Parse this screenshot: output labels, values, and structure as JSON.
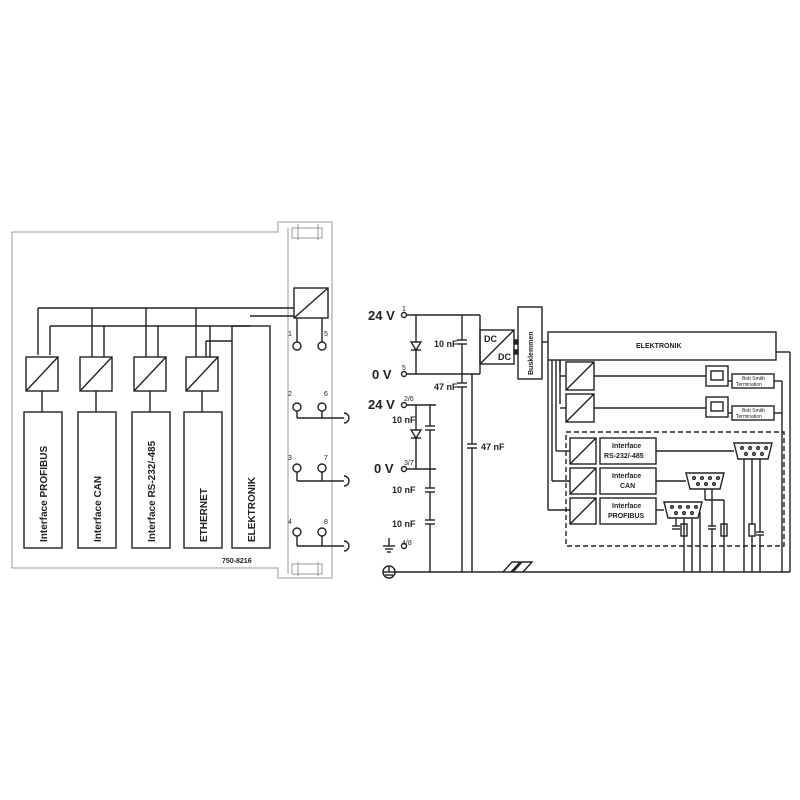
{
  "module": {
    "part_number": "750-8216",
    "blocks": [
      "Interface PROFIBUS",
      "Interface CAN",
      "Interface RS-232/-485",
      "ETHERNET",
      "ELEKTRONIK"
    ],
    "terminals": [
      "1",
      "5",
      "2",
      "6",
      "3",
      "7",
      "4",
      "8"
    ]
  },
  "schematic": {
    "v24_top": "24 V",
    "v0_top": "0 V",
    "v24_bottom": "24 V",
    "v0_bottom": "0 V",
    "pin_1": "1",
    "pin_5": "5",
    "pin_26": "2/6",
    "pin_37": "3/7",
    "pin_48": "4/8",
    "cap_10nf_a": "10 nF",
    "cap_47nf_a": "47 nF",
    "cap_47nf_b": "47 nF",
    "cap_10nf_b": "10 nF",
    "cap_10nf_c": "10 nF",
    "cap_10nf_d": "10 nF",
    "dc_top": "DC",
    "dc_bottom": "DC",
    "bus": "Busklemmen",
    "elektronik": "ELEKTRONIK",
    "term1_l1": "Bob Smith",
    "term1_l2": "Termination",
    "term2_l1": "Bob Smith",
    "term2_l2": "Termination",
    "if_rs_l1": "Interface",
    "if_rs_l2": "RS-232/-485",
    "if_can_l1": "Interface",
    "if_can_l2": "CAN",
    "if_pb_l1": "Interface",
    "if_pb_l2": "PROFIBUS"
  },
  "colors": {
    "line": "#222222",
    "box_fill": "#ffffff",
    "module_fill": "#ffffff"
  }
}
